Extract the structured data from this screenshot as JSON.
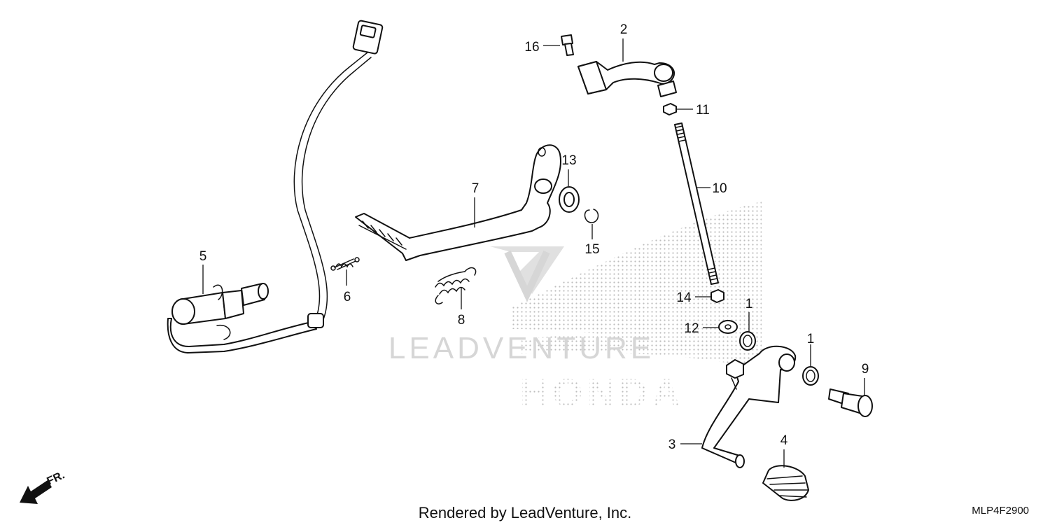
{
  "diagram": {
    "callouts": {
      "p1a": "1",
      "p1b": "1",
      "p2": "2",
      "p3": "3",
      "p4": "4",
      "p5": "5",
      "p6": "6",
      "p7": "7",
      "p8": "8",
      "p9": "9",
      "p10": "10",
      "p11": "11",
      "p12": "12",
      "p13": "13",
      "p14": "14",
      "p15": "15",
      "p16": "16"
    },
    "direction_label": "FR.",
    "footer": "Rendered by LeadVenture, Inc.",
    "diagram_code": "MLP4F2900",
    "watermark": {
      "wordmark": "LEADVENTURE",
      "brand": "HONDA"
    }
  }
}
